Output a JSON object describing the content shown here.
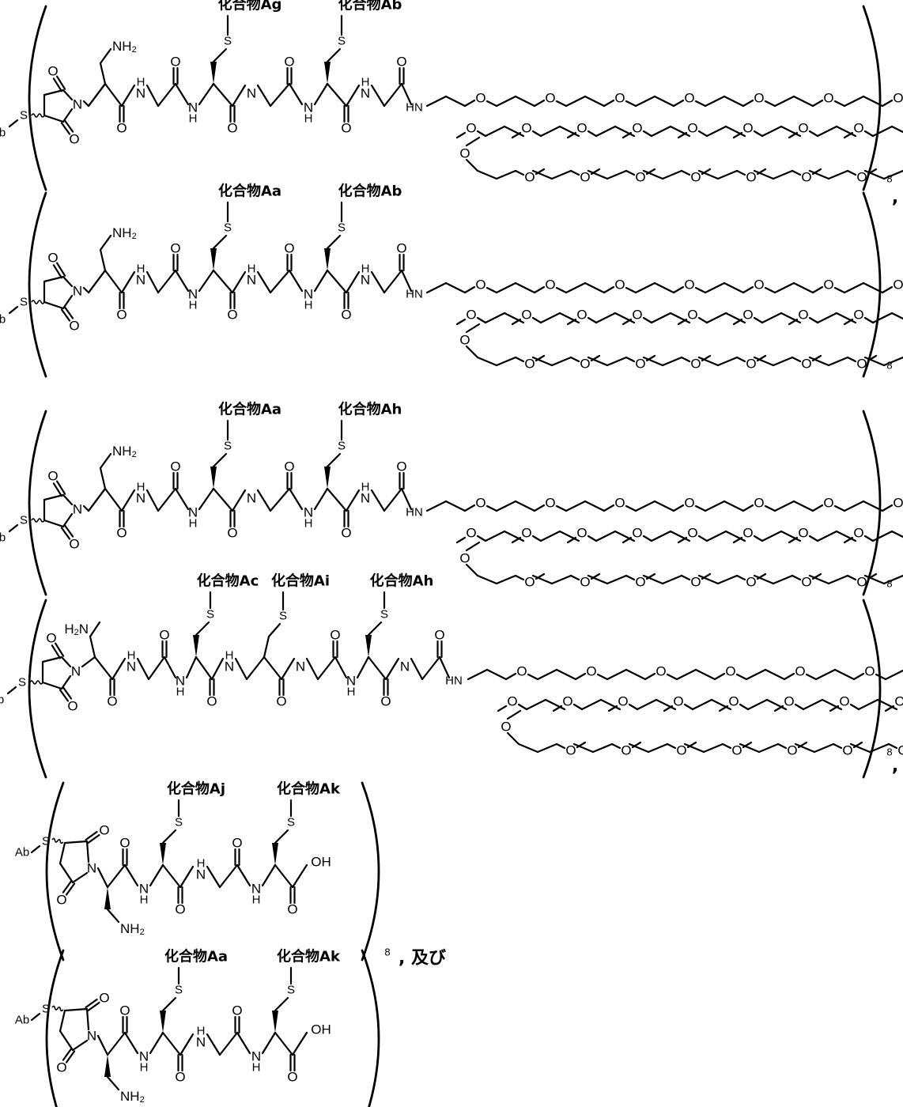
{
  "atoms": {
    "antibody": "Ab",
    "sulfur": "S",
    "nitrogen": "N",
    "oxygen": "O",
    "amine_nh": "H",
    "amide_hn": "HN",
    "amine": "NH",
    "amine_sub": "2",
    "amine_left": "H",
    "amine_left_sub": "2",
    "amine_left_n": "N",
    "hydroxyl": "OH"
  },
  "structures": [
    {
      "id": "s1",
      "payload_labels": [
        "化合物Ag",
        "化合物Ab"
      ],
      "drug_load": "8",
      "trailing": ","
    },
    {
      "id": "s2",
      "payload_labels": [
        "化合物Aa",
        "化合物Ab"
      ],
      "drug_load": "8",
      "trailing": ""
    },
    {
      "id": "s3",
      "payload_labels": [
        "化合物Aa",
        "化合物Ah"
      ],
      "drug_load": "8",
      "trailing": ""
    },
    {
      "id": "s4",
      "payload_labels": [
        "化合物Ac",
        "化合物Ai",
        "化合物Ah"
      ],
      "drug_load": "8",
      "trailing": ","
    },
    {
      "id": "s5",
      "payload_labels": [
        "化合物Aj",
        "化合物Ak"
      ],
      "drug_load": "8",
      "trailing": ", 及び"
    },
    {
      "id": "s6",
      "payload_labels": [
        "化合物Aa",
        "化合物Ak"
      ],
      "drug_load": "8",
      "trailing": ""
    }
  ]
}
